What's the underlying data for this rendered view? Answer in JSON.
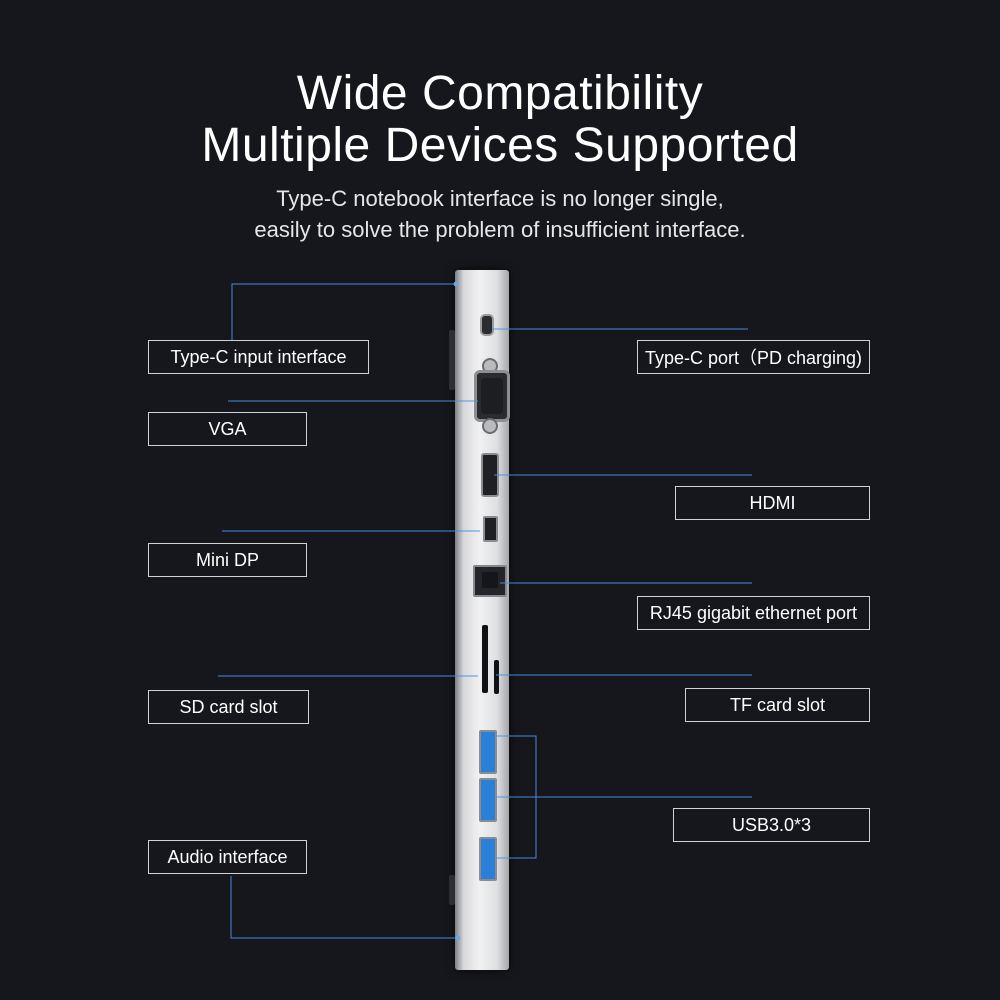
{
  "header": {
    "title_line1": "Wide Compatibility",
    "title_line2": "Multiple Devices Supported",
    "subtitle_line1": "Type-C notebook interface is no longer single,",
    "subtitle_line2": "easily to solve the problem of insufficient interface."
  },
  "labels": {
    "typec_input": "Type-C input interface",
    "vga": "VGA",
    "mini_dp": "Mini DP",
    "sd_card": "SD card slot",
    "audio": "Audio interface",
    "typec_port": "Type-C port（PD charging)",
    "hdmi": "HDMI",
    "rj45": "RJ45 gigabit ethernet port",
    "tf_card": "TF card slot",
    "usb3": "USB3.0*3"
  },
  "colors": {
    "background": "#16171c",
    "connector_line": "#4f8fe0",
    "usb_port_blue": "#2a7fd8",
    "label_border": "#d2d2d2"
  }
}
